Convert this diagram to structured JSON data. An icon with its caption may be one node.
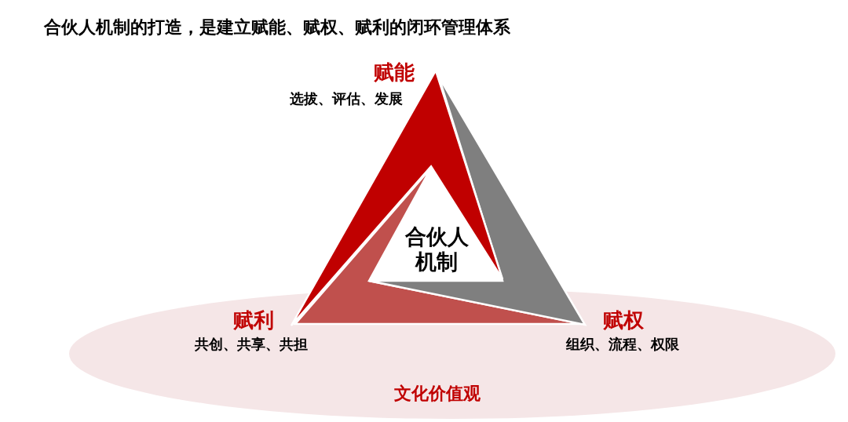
{
  "diagram": {
    "title": "合伙人机制的打造，是建立赋能、赋权、赋利的闭环管理体系",
    "nodes": [
      {
        "text": [
          "文化价值观"
        ]
      },
      {
        "text": [
          "合伙人机制"
        ]
      }
    ],
    "labels": [
      "赋能",
      "选拔、评估、发展",
      "赋利",
      "共创、共享、共担",
      "赋权",
      "组织、流程、权限"
    ]
  }
}
